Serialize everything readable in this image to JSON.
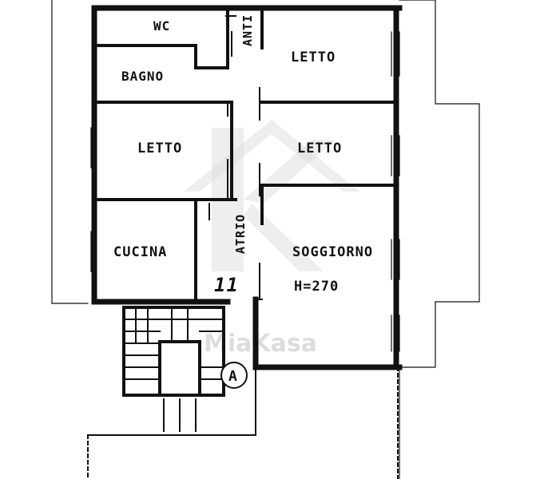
{
  "rooms": {
    "wc": "WC",
    "anti": "ANTI",
    "bagno": "BAGNO",
    "letto_top_right": "LETTO",
    "letto_mid_left": "LETTO",
    "letto_mid_right": "LETTO",
    "atrio": "ATRIO",
    "cucina": "CUCINA",
    "soggiorno": "SOGGIORNO",
    "height": "H=270"
  },
  "annotations": {
    "number": "11",
    "marker": "A"
  },
  "watermark": {
    "text": "MiaKasa"
  },
  "colors": {
    "ink": "#111111",
    "watermark": "#c8c8c8",
    "background": "#ffffff"
  }
}
